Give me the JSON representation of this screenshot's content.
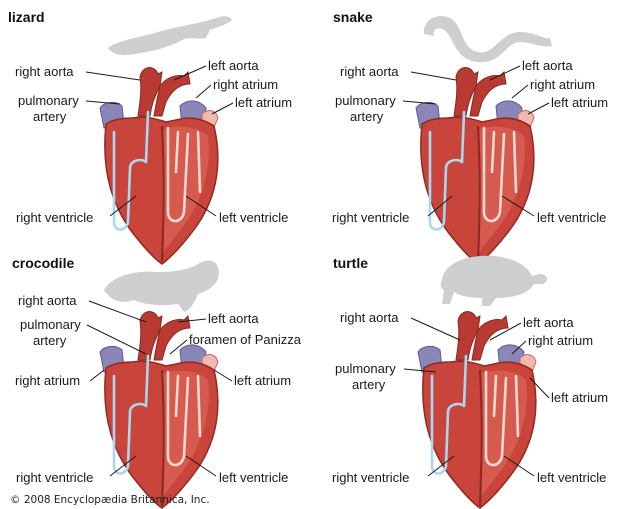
{
  "panels": {
    "lizard": {
      "title": "lizard",
      "labels": {
        "right_aorta": "right aorta",
        "left_aorta": "left aorta",
        "right_atrium": "right atrium",
        "left_atrium": "left atrium",
        "pulmonary_1": "pulmonary",
        "pulmonary_2": "artery",
        "right_ventricle": "right ventricle",
        "left_ventricle": "left ventricle"
      }
    },
    "snake": {
      "title": "snake",
      "labels": {
        "right_aorta": "right aorta",
        "left_aorta": "left aorta",
        "right_atrium": "right atrium",
        "left_atrium": "left atrium",
        "pulmonary_1": "pulmonary",
        "pulmonary_2": "artery",
        "right_ventricle": "right ventricle",
        "left_ventricle": "left ventricle"
      }
    },
    "crocodile": {
      "title": "crocodile",
      "labels": {
        "right_aorta": "right aorta",
        "left_aorta": "left aorta",
        "pulmonary_1": "pulmonary",
        "pulmonary_2": "artery",
        "foramen": "foramen of Panizza",
        "right_atrium": "right atrium",
        "left_atrium": "left atrium",
        "right_ventricle": "right ventricle",
        "left_ventricle": "left ventricle"
      }
    },
    "turtle": {
      "title": "turtle",
      "labels": {
        "right_aorta": "right aorta",
        "left_aorta": "left aorta",
        "right_atrium": "right atrium",
        "left_atrium": "left atrium",
        "pulmonary_1": "pulmonary",
        "pulmonary_2": "artery",
        "right_ventricle": "right ventricle",
        "left_ventricle": "left ventricle"
      }
    }
  },
  "copyright": "© 2008 Encyclopædia Britannica, Inc."
}
